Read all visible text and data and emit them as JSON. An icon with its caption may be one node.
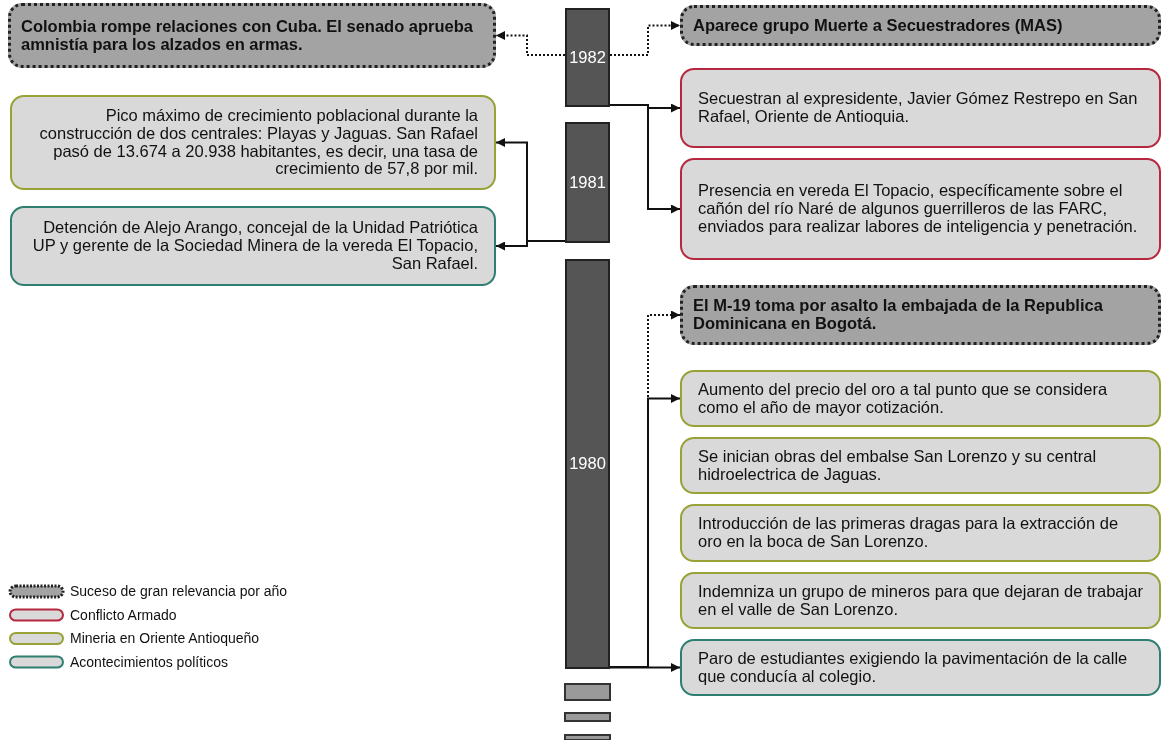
{
  "diagram": {
    "nodes": [
      {
        "text": [
          "Colombia rompe relaciones con Cuba. El senado aprueba amnistía para los alzados en armas."
        ]
      },
      {
        "text": [
          "Pico máximo de crecimiento poblacional durante la construcción de dos centrales: Playas y Jaguas. San Rafael pasó de 13.674 a 20.938 habitantes, es decir, una tasa de crecimiento de 57,8 por mil."
        ]
      },
      {
        "text": [
          "Detención de Alejo Arango, concejal de la Unidad Patriótica UP y gerente de la Sociedad Minera de la vereda El Topacio, San Rafael."
        ]
      },
      {
        "text": [
          "1982"
        ]
      },
      {
        "text": [
          "1981"
        ]
      },
      {
        "text": [
          "1980"
        ]
      },
      {
        "text": [
          "Aparece grupo Muerte a Secuestradores (MAS)"
        ]
      },
      {
        "text": [
          "Secuestran al expresidente, Javier Gómez Restrepo en San Rafael, Oriente de Antioquia."
        ]
      },
      {
        "text": [
          "Presencia en vereda El Topacio, específicamente sobre el cañón del río Naré de algunos guerrilleros de las FARC, enviados para realizar labores de inteligencia y penetración."
        ]
      },
      {
        "text": [
          "El M-19 toma por asalto la embajada de la Republica Dominicana en Bogotá."
        ]
      },
      {
        "text": [
          "Aumento del precio del oro a tal punto que se considera como el año de mayor cotización."
        ]
      },
      {
        "text": [
          "Se inician obras del embalse San Lorenzo y su central hidroelectrica de Jaguas."
        ]
      },
      {
        "text": [
          "Introducción de las primeras dragas para la extracción de oro en la boca de San Lorenzo."
        ]
      },
      {
        "text": [
          "Indemniza un grupo de mineros para que dejaran de trabajar en el valle de San Lorenzo."
        ]
      },
      {
        "text": [
          "Paro de estudiantes exigiendo la pavimentación de la calle que conducía al colegio."
        ]
      }
    ],
    "edges": [
      {
        "from": 3,
        "to": 0,
        "arrow": "to",
        "style": "dashed"
      },
      {
        "from": 3,
        "to": 6,
        "arrow": "to",
        "style": "dashed"
      },
      {
        "from": 3,
        "to": 7,
        "arrow": "to"
      },
      {
        "from": 3,
        "to": 8,
        "arrow": "to"
      },
      {
        "from": 4,
        "to": 1,
        "arrow": "to"
      },
      {
        "from": 4,
        "to": 2,
        "arrow": "to"
      },
      {
        "from": 5,
        "to": 9,
        "arrow": "to",
        "style": "dashed"
      },
      {
        "from": 5,
        "to": 10,
        "arrow": "to"
      },
      {
        "from": 5,
        "to": 14,
        "arrow": "to"
      }
    ],
    "legend": [
      {
        "text": "Suceso de gran relevancia por año"
      },
      {
        "text": "Conflicto Armado"
      },
      {
        "text": "Mineria en Oriente Antioqueño"
      },
      {
        "text": "Acontecimientos políticos"
      }
    ]
  }
}
